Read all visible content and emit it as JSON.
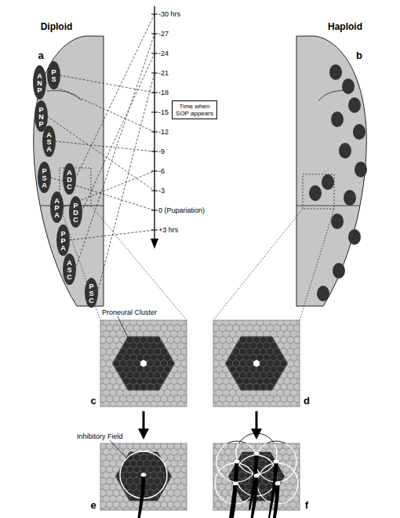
{
  "diagram": {
    "nodes": [
      {
        "text": [
          "ANP"
        ]
      },
      {
        "text": [
          "PS"
        ]
      },
      {
        "text": [
          "PNP"
        ]
      },
      {
        "text": [
          "ASA"
        ]
      },
      {
        "text": [
          "PSA"
        ]
      },
      {
        "text": [
          "ADC"
        ]
      },
      {
        "text": [
          "PDC"
        ]
      },
      {
        "text": [
          "APA"
        ]
      },
      {
        "text": [
          "PPA"
        ]
      },
      {
        "text": [
          "ASC"
        ]
      },
      {
        "text": [
          "PSC"
        ]
      },
      {
        "text": [
          "Time when SOP appears"
        ]
      }
    ],
    "labels": [
      "Diploid",
      "a",
      "-30 hrs",
      "-27",
      "-24",
      "-21",
      "-18",
      "-15",
      "-12",
      "-9",
      "-6",
      "-3",
      "0 (Pupariation)",
      "+3 hrs",
      "Haploid",
      "b",
      "Proneural Cluster",
      "c",
      "d",
      "Inhibitory Field",
      "e",
      "f"
    ]
  }
}
